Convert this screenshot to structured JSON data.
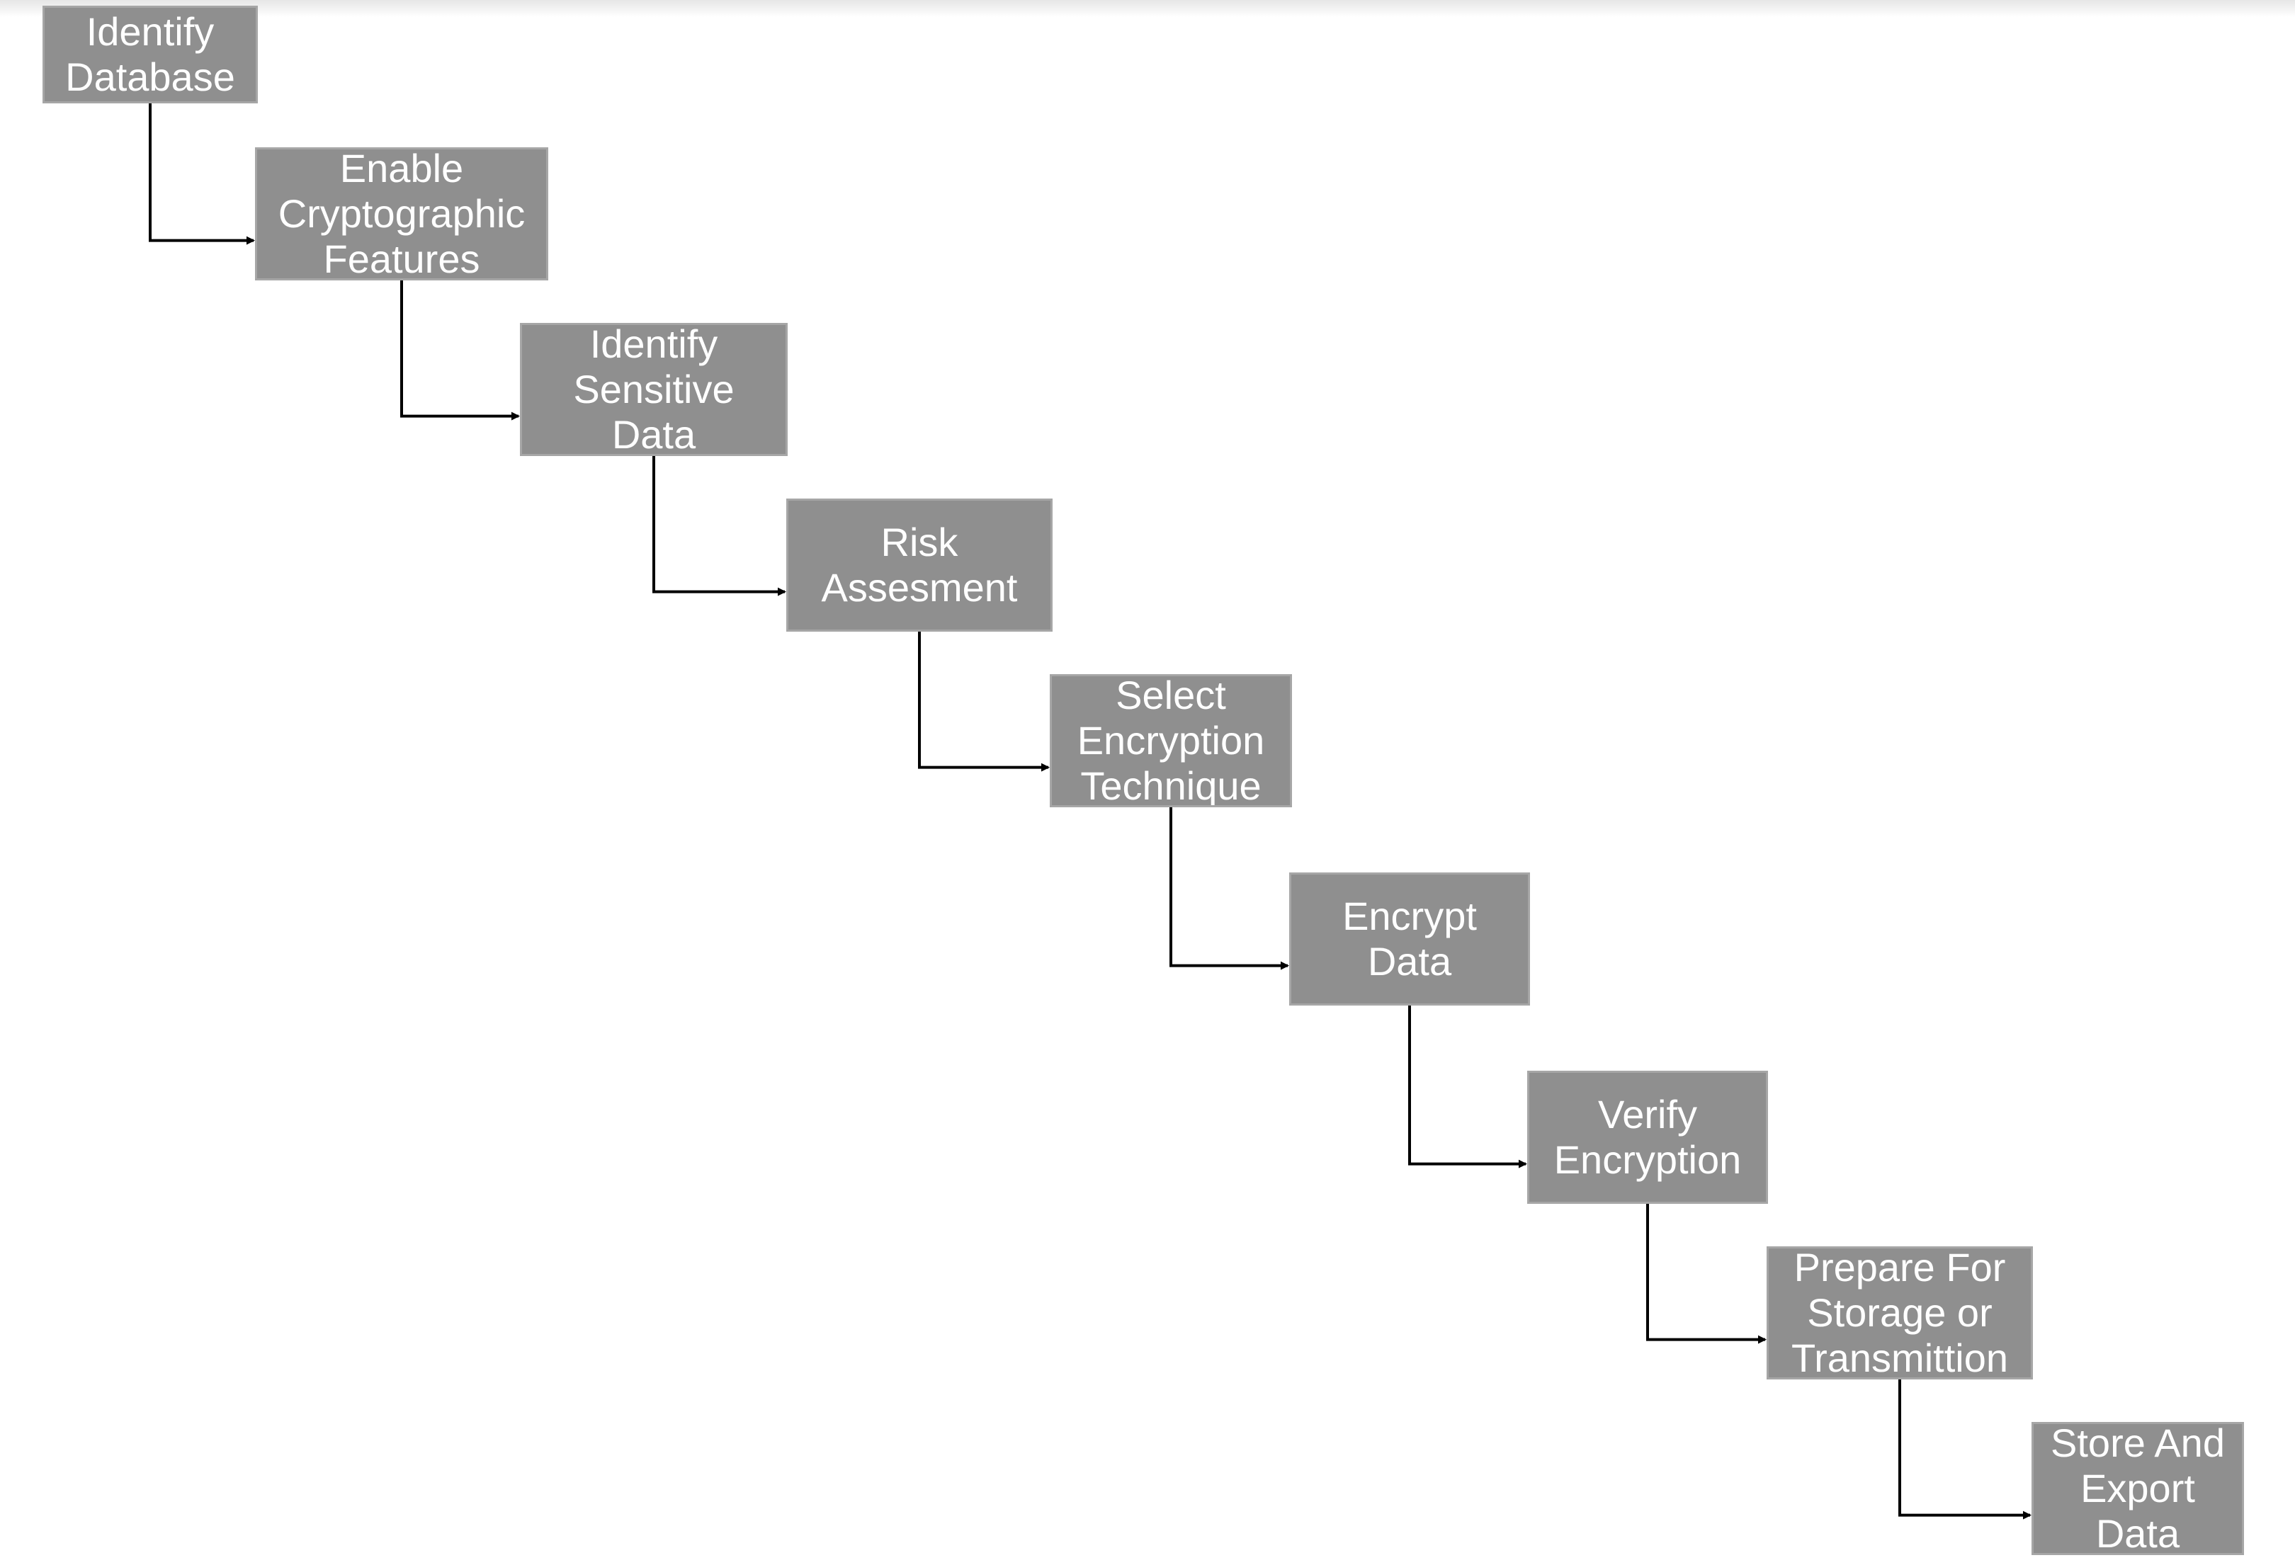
{
  "diagram": {
    "colors": {
      "box_fill": "#8f8f8f",
      "box_border": "#a6a6a6",
      "box_text": "#ffffff",
      "connector": "#000000"
    },
    "steps": [
      {
        "id": "identify-database",
        "label": "Identify\nDatabase"
      },
      {
        "id": "enable-cryptographic-features",
        "label": "Enable\nCryptographic\nFeatures"
      },
      {
        "id": "identify-sensitive-data",
        "label": "Identify\nSensitive\nData"
      },
      {
        "id": "risk-assesment",
        "label": "Risk\nAssesment"
      },
      {
        "id": "select-encryption-technique",
        "label": "Select\nEncryption\nTechnique"
      },
      {
        "id": "encrypt-data",
        "label": "Encrypt\nData"
      },
      {
        "id": "verify-encryption",
        "label": "Verify\nEncryption"
      },
      {
        "id": "prepare-for-storage",
        "label": "Prepare For\nStorage or\nTransmittion"
      },
      {
        "id": "store-and-export-data",
        "label": "Store And\nExport\nData"
      }
    ]
  }
}
